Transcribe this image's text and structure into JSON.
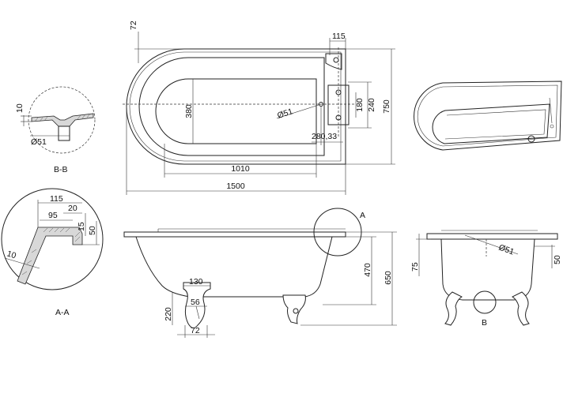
{
  "dimensions": {
    "top_offset": "72",
    "overflow_width": "115",
    "inner_width": "380",
    "outer_width": "750",
    "tap_spacing": "240",
    "tap_spacing_small": "180",
    "waste_diameter_plan": "Ø51",
    "waste_offset": "280,33",
    "inner_length": "1010",
    "total_length": "1500",
    "bb_thickness": "10",
    "bb_diameter": "Ø51",
    "aa_115": "115",
    "aa_20": "20",
    "aa_95": "95",
    "aa_15": "15",
    "aa_50": "50",
    "aa_10": "10",
    "front_depth": "470",
    "front_height": "650",
    "foot_130": "130",
    "foot_220": "220",
    "foot_56": "56",
    "foot_72": "72",
    "side_75": "75",
    "side_diameter": "Ø51",
    "side_50": "50"
  },
  "labels": {
    "section_bb": "B-B",
    "section_aa": "A-A",
    "detail_a": "A",
    "detail_b": "B"
  }
}
